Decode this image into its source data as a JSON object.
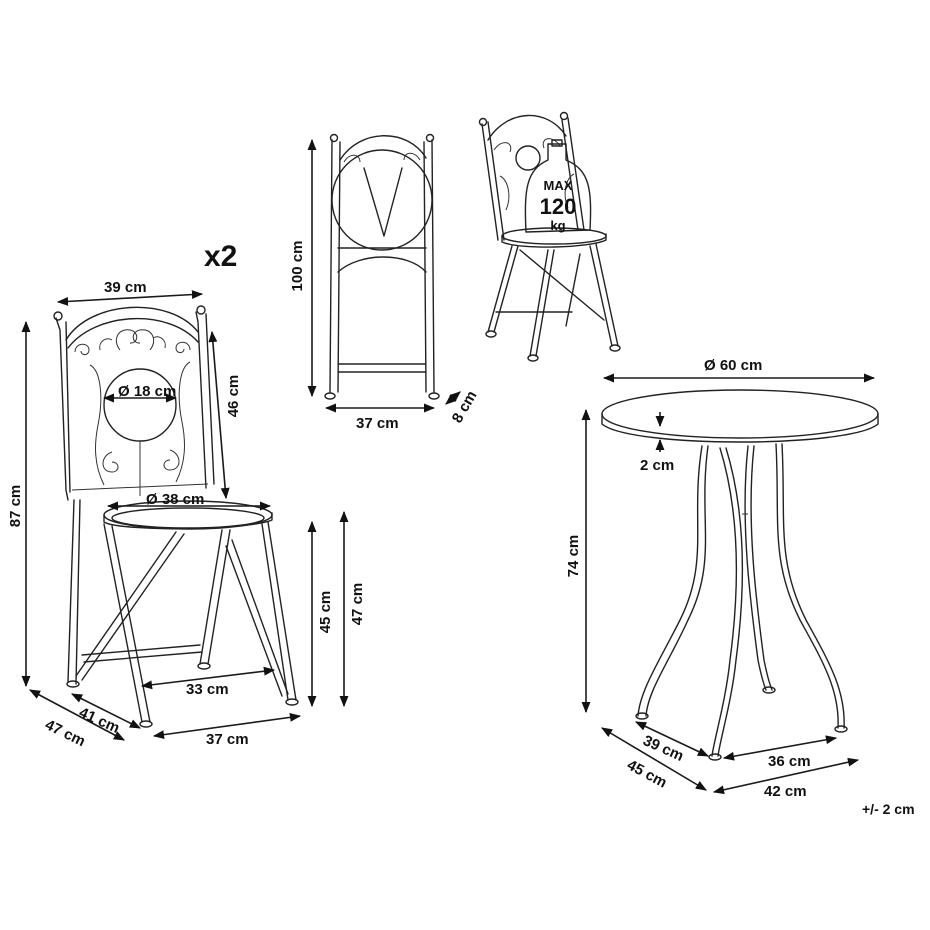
{
  "quantity": "x2",
  "tolerance": "+/- 2 cm",
  "load_badge": {
    "line1": "MAX",
    "line2": "120",
    "line3": "kg"
  },
  "chair": {
    "back_width": "39 cm",
    "total_height": "87 cm",
    "back_height": "46 cm",
    "back_circle": "Ø 18 cm",
    "seat_diameter": "Ø 38 cm",
    "seat_height_front": "45 cm",
    "seat_height_back": "47 cm",
    "front_leg_span": "33 cm",
    "depth_inner": "41 cm",
    "depth_outer": "47 cm",
    "leg_width": "37 cm"
  },
  "folded_chair": {
    "height": "100 cm",
    "width": "37 cm",
    "thickness": "8 cm"
  },
  "table": {
    "top_diameter": "Ø 60 cm",
    "top_thickness": "2 cm",
    "height": "74 cm",
    "base_inner_left": "39 cm",
    "base_inner_right": "36 cm",
    "base_outer_left": "45 cm",
    "base_outer_right": "42 cm"
  }
}
